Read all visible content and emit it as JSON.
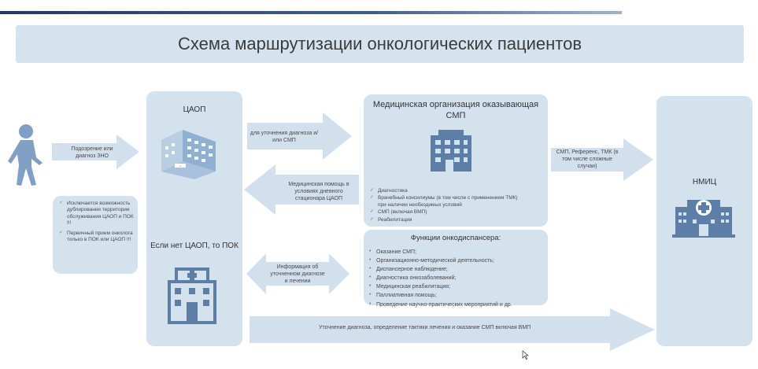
{
  "title": "Схема маршрутизации онкологических пациентов",
  "arrow_suspicion": "Подозрение или диагноз ЗНО",
  "note_items": [
    "Исключается возможность дублирования территории обслуживания ЦАОП и ПОК !!!",
    "Первичный прием онколога только в ПОК или ЦАОП !!!"
  ],
  "caop_label": "ЦАОП",
  "no_caop_label": "Если нет ЦАОП, то ПОК",
  "arrow_clarify": "для уточнения диагноза и/или СМП",
  "arrow_day_hospital": "Медицинская помощь в условиях дневного стационара ЦАОП",
  "arrow_info": "Информация об уточненном диагнозе и лечении",
  "org_title": "Медицинская организация оказывающая СМП",
  "org_items": [
    "Диагностика",
    "Врачебный консилиумы (в том числе с применением ТМК) при наличии необходимых условий",
    "СМП (включая ВМП)",
    "Реабилитация"
  ],
  "disp_title": "Функции онкодиспансера:",
  "disp_items": [
    "Оказание СМП;",
    "Организационно-методической деятельность;",
    "Диспансерное наблюдение;",
    "Диагностика онкозаболеваний;",
    "Медицинская реабилитация;",
    "Паллиативная помощь;",
    "Проведение научно-практических мероприятий и др."
  ],
  "arrow_nmic": "СМП, Референс, ТМК (в том числе сложные случаи)",
  "nmic_label": "НМИЦ",
  "bottom_arrow": "Уточнение диагноза, определение тактики лечения и оказание СМП включая ВМП",
  "colors": {
    "panel": "#d4e2ee",
    "arrow": "#d2e0ed",
    "icon": "#5c7ea7",
    "title_bar": "#1f3b63"
  }
}
